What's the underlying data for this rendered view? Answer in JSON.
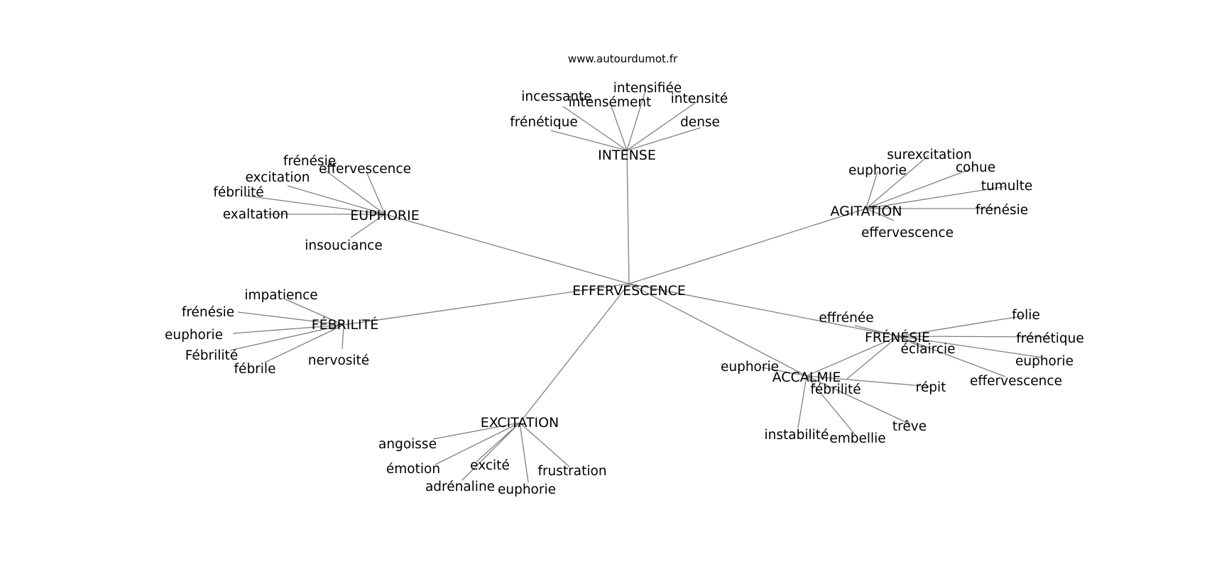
{
  "watermark": "www.autourdumot.fr",
  "graph": {
    "center": "EFFERVESCENCE",
    "clusters": [
      {
        "id": "intense",
        "label": "INTENSE",
        "words": [
          "incessante",
          "intensifiée",
          "intensément",
          "intensité",
          "frénétique",
          "dense"
        ]
      },
      {
        "id": "euphorie",
        "label": "EUPHORIE",
        "words": [
          "frénésie",
          "effervescence",
          "excitation",
          "fébrilité",
          "exaltation",
          "insouciance"
        ]
      },
      {
        "id": "agitation",
        "label": "AGITATION",
        "words": [
          "surexcitation",
          "euphorie",
          "cohue",
          "tumulte",
          "frénésie",
          "effervescence"
        ]
      },
      {
        "id": "febrilite",
        "label": "FÉBRILITÉ",
        "words": [
          "impatience",
          "frénésie",
          "euphorie",
          "Fébrilité",
          "fébrile",
          "nervosité"
        ]
      },
      {
        "id": "frenesie",
        "label": "FRÉNÉSIE",
        "words": [
          "effrénée",
          "folie",
          "frénétique",
          "euphorie",
          "effervescence",
          "éclaircie",
          "fébrilité"
        ]
      },
      {
        "id": "accalmie",
        "label": "ACCALMIE",
        "words": [
          "euphorie",
          "répit",
          "trêve",
          "embellie",
          "instabilité"
        ]
      },
      {
        "id": "excitation",
        "label": "EXCITATION",
        "words": [
          "angoisse",
          "émotion",
          "excité",
          "adrénaline",
          "euphorie",
          "frustration"
        ]
      }
    ]
  }
}
